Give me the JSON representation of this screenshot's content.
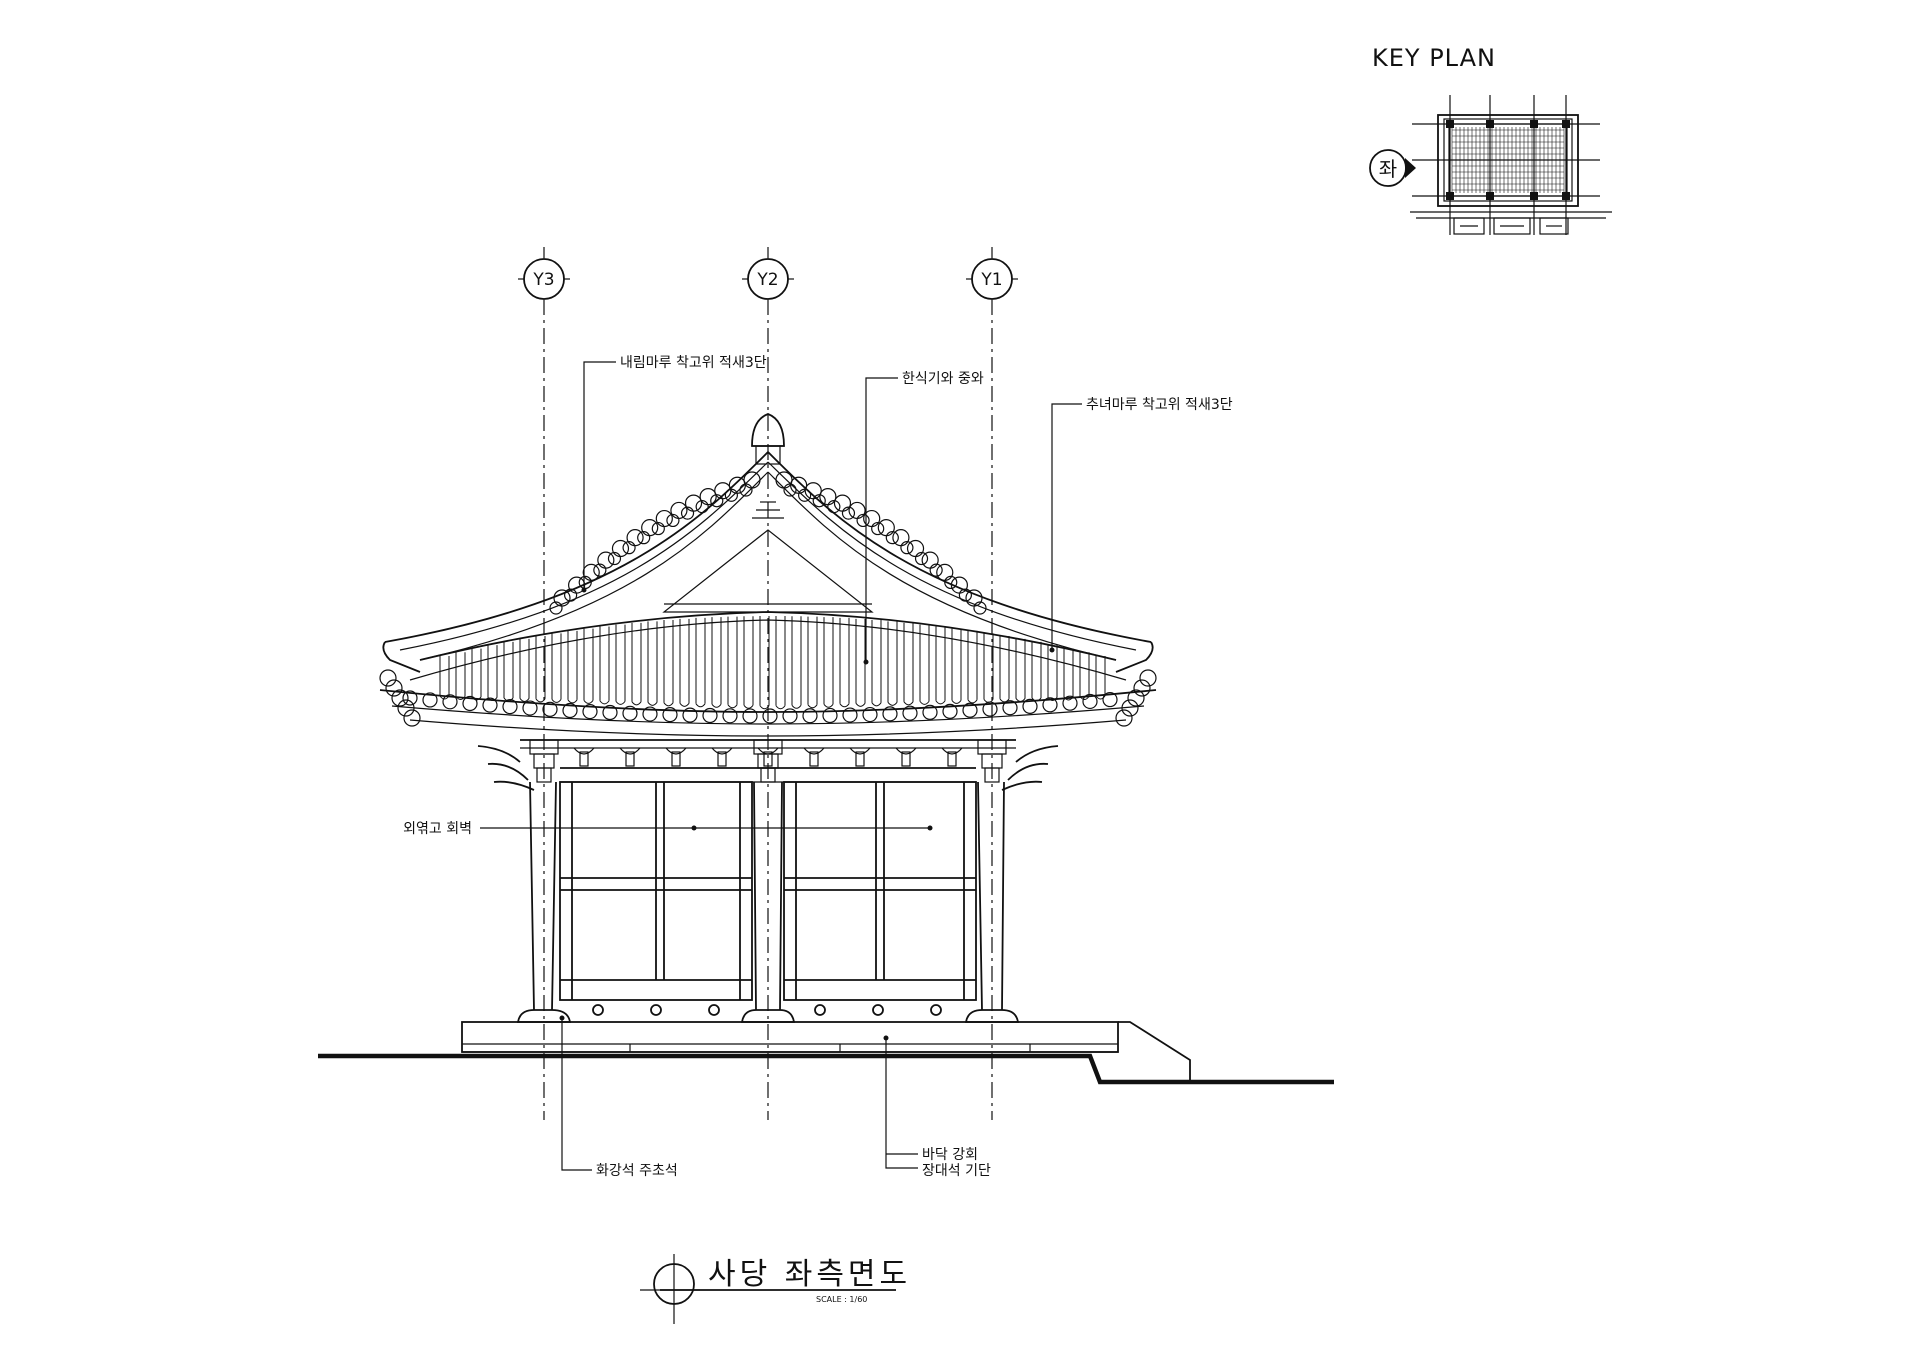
{
  "key_plan": {
    "title": "KEY PLAN",
    "direction_marker": "좌"
  },
  "grid_lines": [
    {
      "label": "Y3"
    },
    {
      "label": "Y2"
    },
    {
      "label": "Y1"
    }
  ],
  "annotations": {
    "hip_ridge": "내림마루 착고위 적새3단",
    "roof_tile": "한식기와 중와",
    "corner_ridge": "추녀마루 착고위 적새3단",
    "wall": "외엮고 회벽",
    "plinth": "화강석 주초석",
    "floor": "바닥 강회",
    "platform": "장대석 기단"
  },
  "title_block": {
    "title": "사당 좌측면도",
    "scale": "SCALE : 1/60"
  },
  "colors": {
    "line": "#111111",
    "background": "#ffffff"
  }
}
